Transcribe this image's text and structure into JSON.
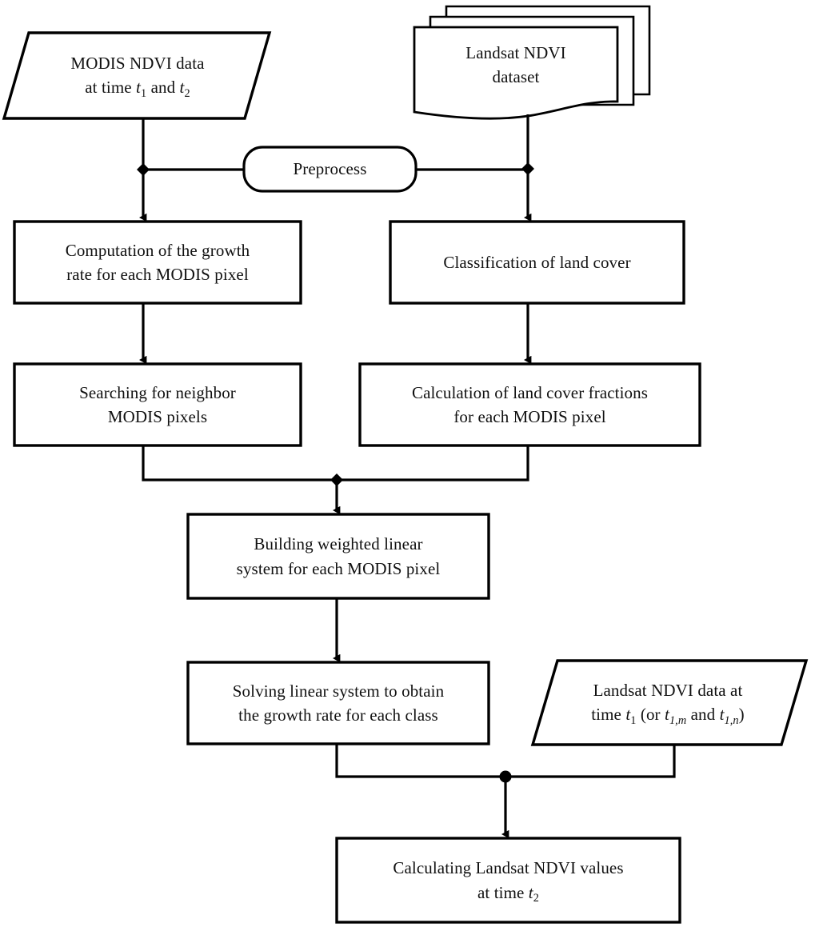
{
  "diagram": {
    "title": "NDVI spatiotemporal fusion workflow flowchart",
    "type": "flowchart",
    "background_color": "#ffffff",
    "line_color": "#000000",
    "text_color": "#111111"
  },
  "nodes": {
    "modis_input": {
      "shape": "parallelogram",
      "line1": "MODIS NDVI data",
      "line2_pre": "at time ",
      "line2_t1": "t",
      "line2_sub1": "1",
      "line2_mid": " and ",
      "line2_t2": "t",
      "line2_sub2": "2"
    },
    "landsat_dataset": {
      "shape": "multi-document",
      "line1": "Landsat NDVI",
      "line2": "dataset",
      "layers": 3
    },
    "preprocess": {
      "shape": "rounded-rectangle",
      "label": "Preprocess"
    },
    "growth_rate": {
      "shape": "rectangle",
      "line1": "Computation of  the growth",
      "line2": "rate for each MODIS pixel"
    },
    "classification": {
      "shape": "rectangle",
      "line1": "Classification of land cover"
    },
    "neighbor_search": {
      "shape": "rectangle",
      "line1": "Searching for neighbor",
      "line2": "MODIS pixels"
    },
    "fractions": {
      "shape": "rectangle",
      "line1": "Calculation of land cover fractions",
      "line2": "for  each MODIS pixel"
    },
    "build_system": {
      "shape": "rectangle",
      "line1": "Building weighted linear",
      "line2": "system for each MODIS pixel"
    },
    "solve_system": {
      "shape": "rectangle",
      "line1": "Solving linear system to obtain",
      "line2": "the growth rate for each class"
    },
    "landsat_input": {
      "shape": "parallelogram",
      "line1": "Landsat NDVI data at",
      "line2_pre": "time ",
      "line2_t1": "t",
      "line2_sub1": "1",
      "line2_mid": " (or ",
      "line2_t2": "t",
      "line2_sub2": "1,m",
      "line2_mid2": " and ",
      "line2_t3": "t",
      "line2_sub3": "1,n",
      "line2_post": ")"
    },
    "final_output": {
      "shape": "rectangle",
      "line1": "Calculating Landsat NDVI values",
      "line2_pre": "at time ",
      "line2_t": "t",
      "line2_sub": "2"
    }
  },
  "connectors": [
    {
      "from": "modis_input",
      "to": "growth_rate",
      "type": "arrow-down"
    },
    {
      "from": "preprocess",
      "to": "modis_branch",
      "type": "line-left",
      "junction": "diamond"
    },
    {
      "from": "preprocess",
      "to": "landsat_branch",
      "type": "line-right",
      "junction": "diamond"
    },
    {
      "from": "landsat_dataset",
      "to": "classification",
      "type": "arrow-down"
    },
    {
      "from": "growth_rate",
      "to": "neighbor_search",
      "type": "arrow-down"
    },
    {
      "from": "classification",
      "to": "fractions",
      "type": "arrow-down"
    },
    {
      "from": "neighbor_search",
      "to": "merge_junction",
      "type": "elbow",
      "junction": "diamond"
    },
    {
      "from": "fractions",
      "to": "merge_junction",
      "type": "elbow"
    },
    {
      "from": "merge_junction",
      "to": "build_system",
      "type": "arrow-down"
    },
    {
      "from": "build_system",
      "to": "solve_system",
      "type": "arrow-down"
    },
    {
      "from": "solve_system",
      "to": "final_junction",
      "type": "elbow",
      "junction": "round"
    },
    {
      "from": "landsat_input",
      "to": "final_junction",
      "type": "elbow"
    },
    {
      "from": "final_junction",
      "to": "final_output",
      "type": "arrow-down"
    }
  ]
}
